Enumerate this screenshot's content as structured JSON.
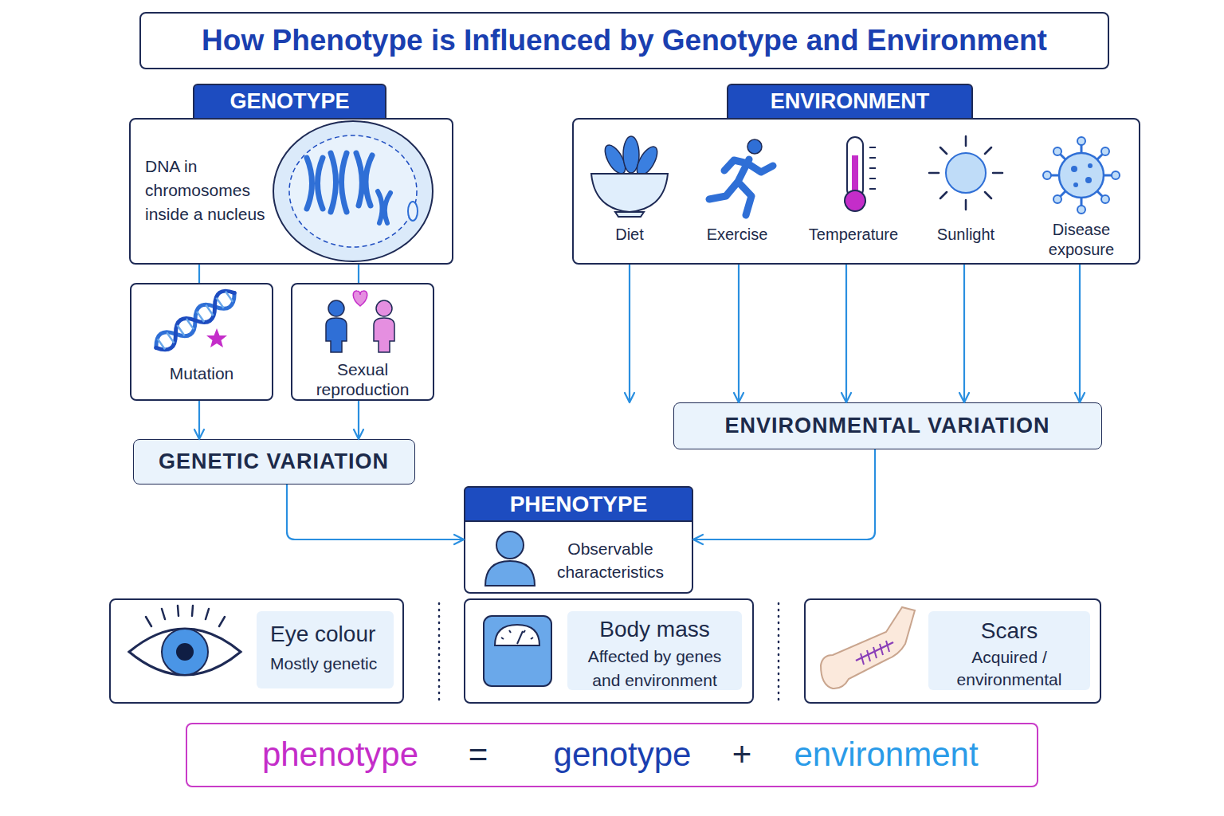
{
  "diagram": {
    "title": "How Phenotype is Influenced by Genotype and Environment",
    "nodes": [
      {
        "text": [
          "GENOTYPE",
          "DNA in chromosomes inside a nucleus"
        ]
      },
      {
        "text": [
          "ENVIRONMENT",
          "Diet",
          "Exercise",
          "Temperature",
          "Sunlight",
          "Disease exposure"
        ]
      },
      {
        "text": [
          "Mutation"
        ]
      },
      {
        "text": [
          "Sexual reproduction"
        ]
      },
      {
        "text": [
          "ENVIRONMENTAL VARIATION"
        ]
      },
      {
        "text": [
          "GENETIC VARIATION"
        ]
      },
      {
        "text": [
          "PHENOTYPE",
          "Observable characteristics"
        ]
      },
      {
        "text": [
          "Eye colour",
          "Mostly genetic"
        ]
      },
      {
        "text": [
          "Body mass",
          "Affected by genes and environment"
        ]
      },
      {
        "text": [
          "Scars",
          "Acquired / environmental"
        ]
      },
      {
        "text": [
          "phenotype",
          "=",
          "genotype",
          "+",
          "environment"
        ]
      }
    ],
    "edges": [
      {
        "from": 0,
        "to": 2,
        "arrow": "none"
      },
      {
        "from": 0,
        "to": 3,
        "arrow": "none"
      },
      {
        "from": 2,
        "to": 5,
        "arrow": "to"
      },
      {
        "from": 3,
        "to": 5,
        "arrow": "to"
      },
      {
        "from": 1,
        "to": 4,
        "arrow": "to"
      },
      {
        "from": 1,
        "to": 4,
        "arrow": "to"
      },
      {
        "from": 1,
        "to": 4,
        "arrow": "to"
      },
      {
        "from": 1,
        "to": 4,
        "arrow": "to"
      },
      {
        "from": 1,
        "to": 4,
        "arrow": "to"
      },
      {
        "from": 5,
        "to": 6,
        "arrow": "to"
      },
      {
        "from": 4,
        "to": 6,
        "arrow": "to"
      }
    ]
  }
}
